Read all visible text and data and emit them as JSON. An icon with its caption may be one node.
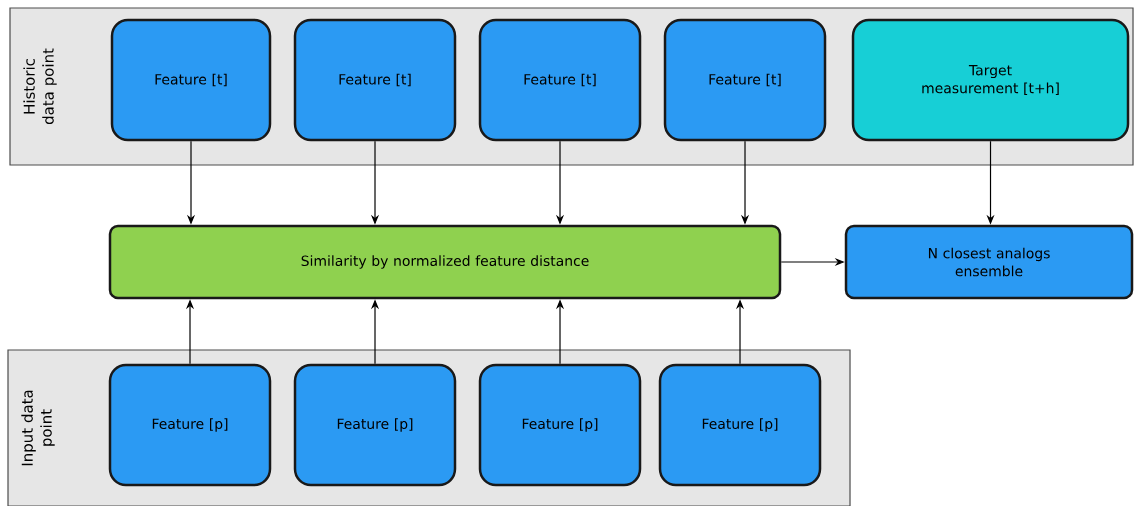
{
  "diagram": {
    "nodes": [
      {
        "text": [
          "Historic data point"
        ]
      },
      {
        "text": [
          "Feature [t]"
        ],
        "in": 0
      },
      {
        "text": [
          "Feature [t]"
        ],
        "in": 0
      },
      {
        "text": [
          "Feature [t]"
        ],
        "in": 0
      },
      {
        "text": [
          "Feature [t]"
        ],
        "in": 0
      },
      {
        "text": [
          "Target measurement [t+h]"
        ],
        "in": 0
      },
      {
        "text": [
          "Similarity by normalized feature distance"
        ]
      },
      {
        "text": [
          "N closest analogs ensemble"
        ]
      },
      {
        "text": [
          "Input data point"
        ]
      },
      {
        "text": [
          "Feature [p]"
        ],
        "in": 8
      },
      {
        "text": [
          "Feature [p]"
        ],
        "in": 8
      },
      {
        "text": [
          "Feature [p]"
        ],
        "in": 8
      },
      {
        "text": [
          "Feature [p]"
        ],
        "in": 8
      }
    ],
    "edges": [
      {
        "from": 1,
        "to": 6,
        "arrow": "to"
      },
      {
        "from": 2,
        "to": 6,
        "arrow": "to"
      },
      {
        "from": 3,
        "to": 6,
        "arrow": "to"
      },
      {
        "from": 4,
        "to": 6,
        "arrow": "to"
      },
      {
        "from": 5,
        "to": 7,
        "arrow": "to"
      },
      {
        "from": 6,
        "to": 7,
        "arrow": "to"
      },
      {
        "from": 9,
        "to": 6,
        "arrow": "to"
      },
      {
        "from": 10,
        "to": 6,
        "arrow": "to"
      },
      {
        "from": 11,
        "to": 6,
        "arrow": "to"
      },
      {
        "from": 12,
        "to": 6,
        "arrow": "to"
      }
    ]
  }
}
